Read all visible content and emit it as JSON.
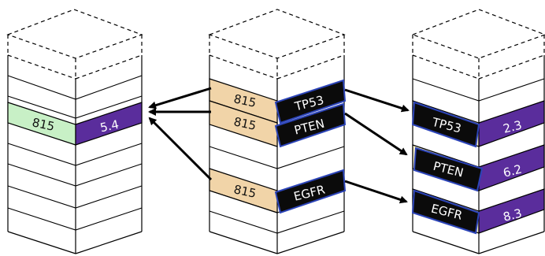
{
  "left_column": {
    "key": "815",
    "value": "5.4",
    "key_color": "#c8f0c6",
    "value_color": "#5a2d9c"
  },
  "middle_column": {
    "key_color": "#f1d4a8",
    "rows": [
      {
        "key": "815",
        "gene": "TP53"
      },
      {
        "key": "815",
        "gene": "PTEN"
      },
      {
        "key": "815",
        "gene": "EGFR"
      }
    ]
  },
  "right_column": {
    "value_color": "#5a2d9c",
    "highlight_color": "#fbf3c8",
    "rows": [
      {
        "gene": "TP53",
        "value": "2.3"
      },
      {
        "gene": "PTEN",
        "value": "6.2"
      },
      {
        "gene": "EGFR",
        "value": "8.3"
      }
    ]
  },
  "colors": {
    "gene_tag": "#0b0b0b",
    "gene_tag_border": "#2c44b8",
    "arrow": "#000000"
  }
}
